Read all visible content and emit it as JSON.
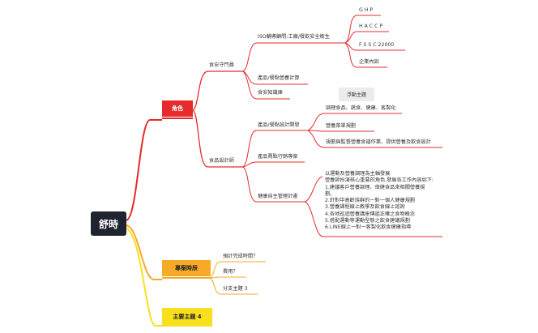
{
  "root": {
    "label": "舒時"
  },
  "colors": {
    "red": "#e52b2b",
    "orange": "#f7a928",
    "yellow": "#f8e01e",
    "dark": "#1f2430"
  },
  "floating_topic": "浮動主題",
  "branches": {
    "role": {
      "label": "角色",
      "food_safety": {
        "label": "食安守門員",
        "iso": {
          "label": "ISO輔導顧問:工廠/餐飲安全衛生",
          "items": [
            "G H P",
            "H A C C P",
            "F S S C 22000",
            "企業內訓"
          ]
        },
        "nutrition_calc": "產品/餐點營養計算",
        "knowledge": "食安知識庫"
      },
      "designer": {
        "label": "食品設計師",
        "product_design": {
          "label": "產品/餐點設計開發",
          "items": [
            "調理食品、蔬食、健康、客製化",
            "營養菜單規劃",
            "規劃與監督營養食譜作業、提供營養及飲食設計"
          ]
        },
        "selling_points": "產品賣點行銷專案",
        "health_mgmt": {
          "label": "健康自主管理計畫",
          "lines": [
            "以運動及營養調理為主軸發展",
            "營養師扮演核心重要的角色,發展各工作內容如下:",
            "1.建議客戶營養調理、保健食品來相關營養規",
            "劃。",
            "2.針對中高齡族群的一對一個人健康規劃",
            "3.營養課程線上教學及飲食線上諮詢",
            "4.各地巡迴營養講座傳遞正確之食物概念",
            "5.搭配運動等運動型態之飲食建議規劃",
            "6.LINE線上一對一客製化飲食健康指導"
          ]
        }
      }
    },
    "project": {
      "label": "專案時辰",
      "items": [
        "預計完成時間？",
        "費用？",
        "分支主題 3"
      ]
    },
    "topic4": {
      "label": "主要主題 4"
    }
  }
}
